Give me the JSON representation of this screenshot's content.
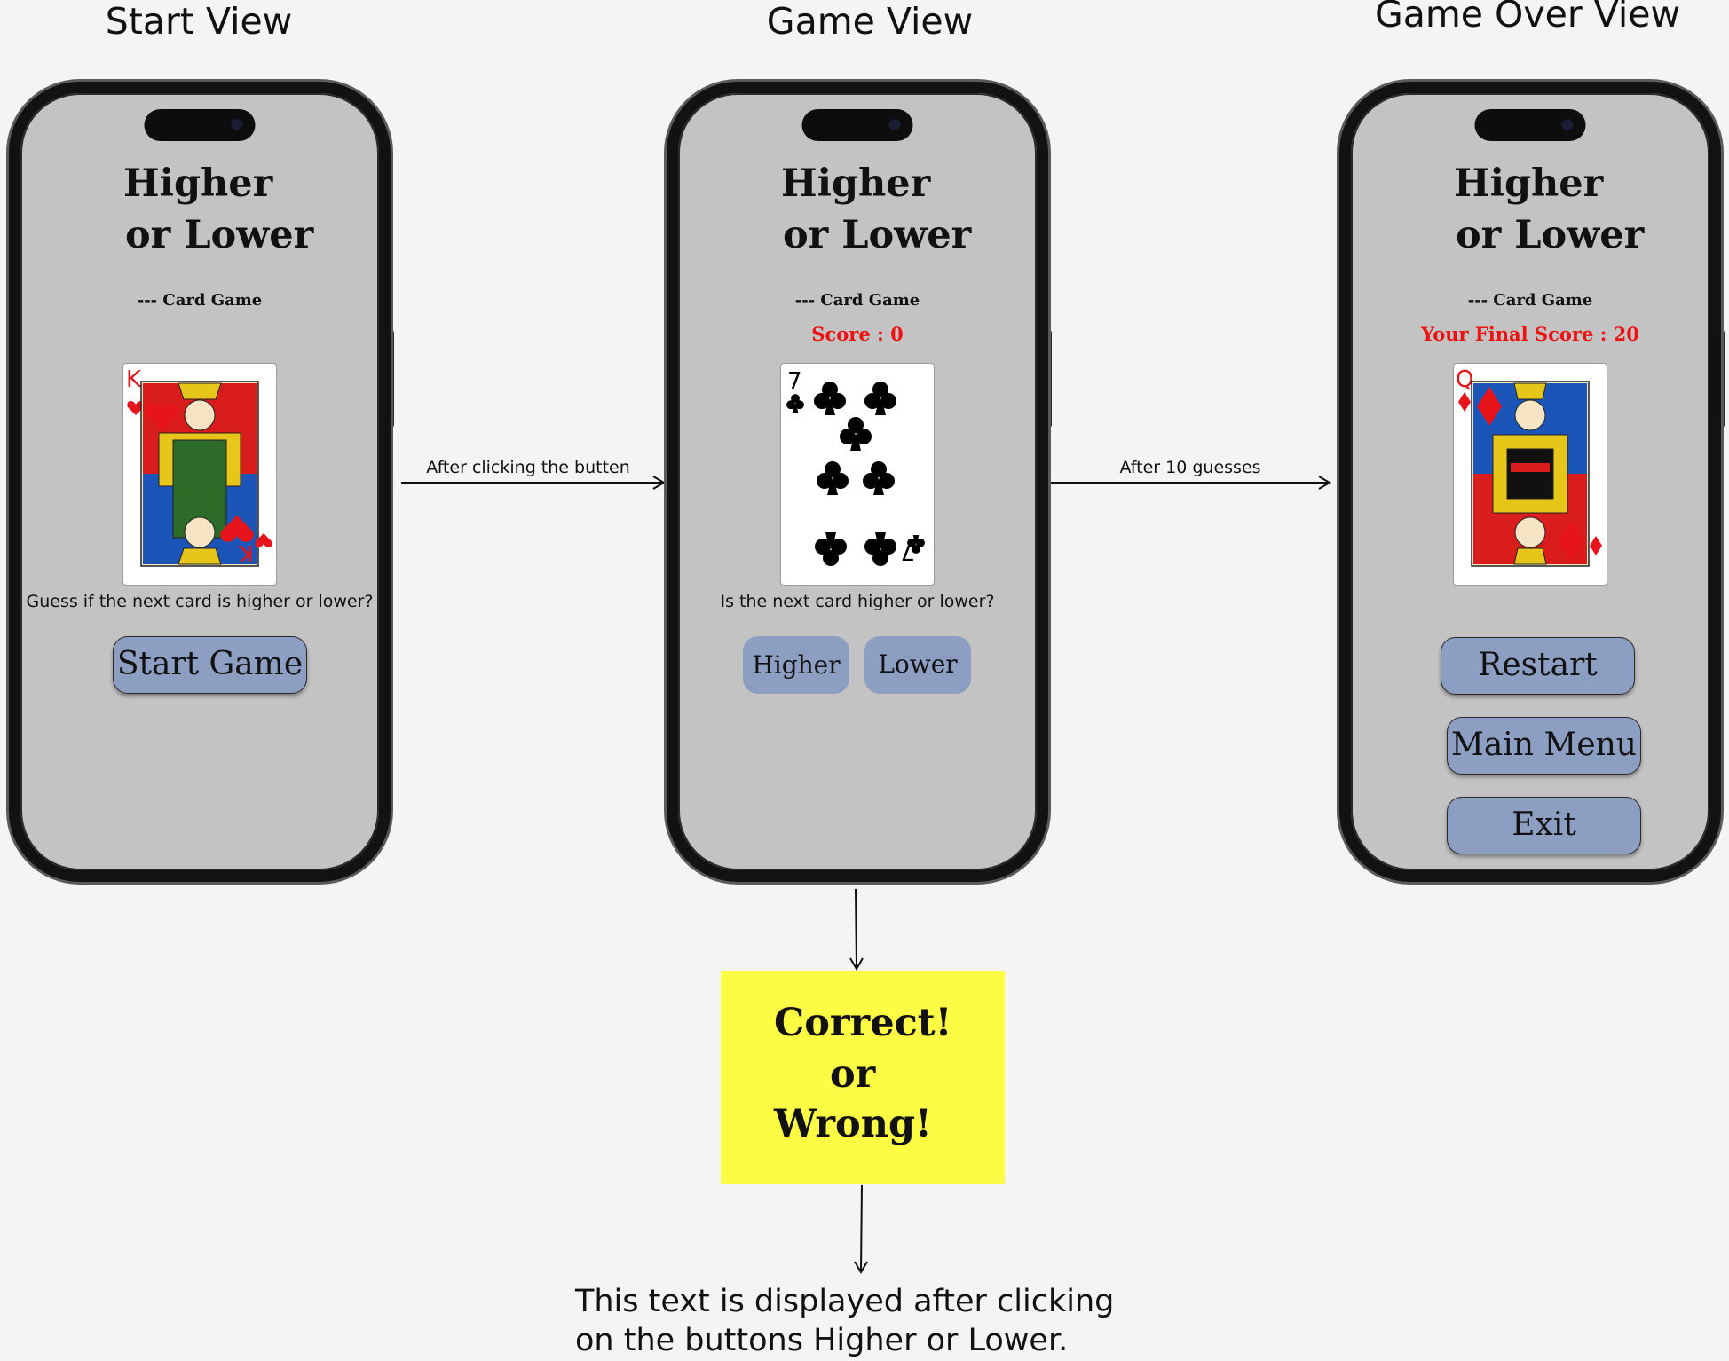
{
  "views": [
    {
      "title": "Start View",
      "app_title_line1": "Higher",
      "app_title_line2": "or Lower",
      "subtitle": "--- Card Game",
      "card": {
        "rank": "K",
        "suit": "hearts",
        "color": "#e8141b"
      },
      "prompt": "Guess if the next card is higher or lower?",
      "buttons": [
        "Start Game"
      ]
    },
    {
      "title": "Game View",
      "app_title_line1": "Higher",
      "app_title_line2": "or Lower",
      "subtitle": "--- Card Game",
      "score": "Score : 0",
      "card": {
        "rank": "7",
        "suit": "clubs",
        "color": "#000000"
      },
      "prompt": "Is the next card higher or lower?",
      "buttons": [
        "Higher",
        "Lower"
      ]
    },
    {
      "title": "Game Over View",
      "app_title_line1": "Higher",
      "app_title_line2": "or Lower",
      "subtitle": "--- Card Game",
      "score": "Your Final Score : 20",
      "card": {
        "rank": "Q",
        "suit": "diamonds",
        "color": "#e8141b"
      },
      "buttons": [
        "Restart",
        "Main Menu",
        "Exit"
      ]
    }
  ],
  "arrows": [
    {
      "label": "After clicking the butten"
    },
    {
      "label": "After 10 guesses"
    }
  ],
  "note": {
    "lines": [
      "Correct!",
      "or",
      "Wrong!"
    ],
    "background": "#fcfc44",
    "caption_line1": "This text is displayed after clicking",
    "caption_line2": "on the buttons Higher or Lower."
  },
  "colors": {
    "phone_screen": "#c3c3c3",
    "button": "#8c9ec2",
    "score_text": "#ee1111"
  }
}
